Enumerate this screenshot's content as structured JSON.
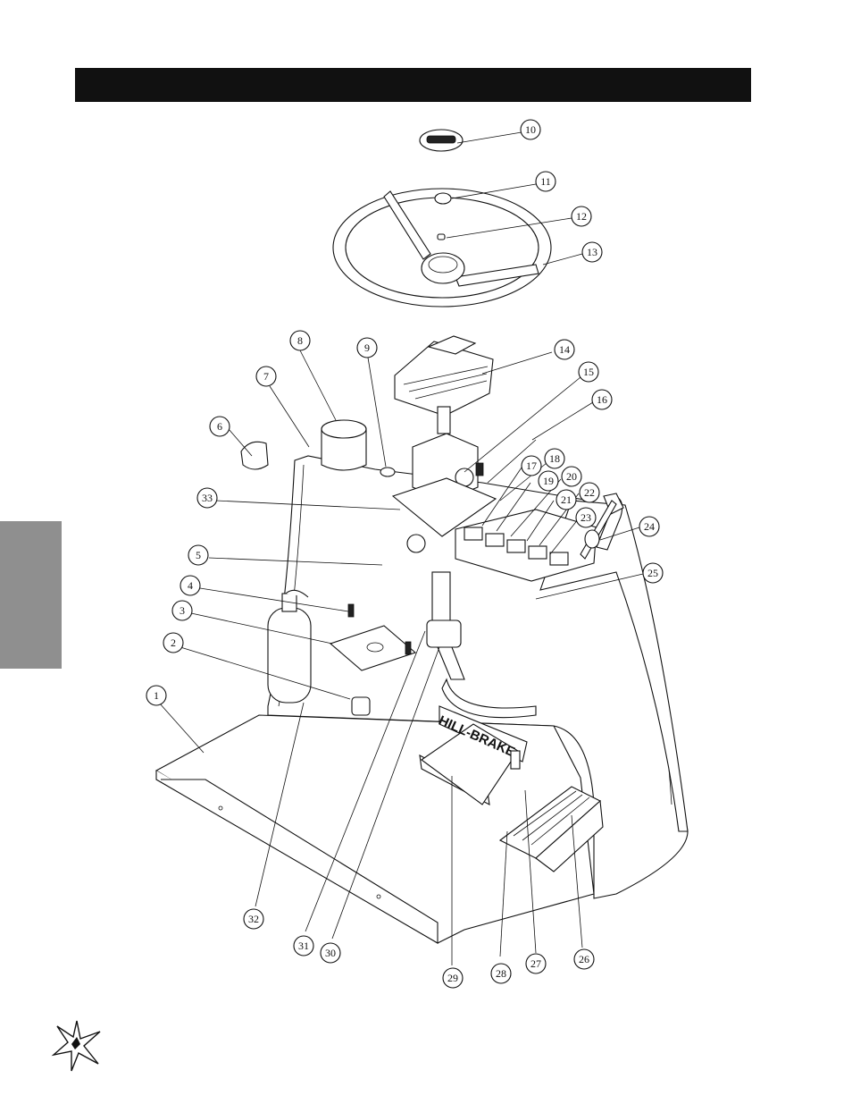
{
  "header": {
    "color": "#111111"
  },
  "side_tab": {
    "color": "#8f8f8f"
  },
  "brake_label": "HILL-BRAKE",
  "callouts": [
    {
      "id": "1",
      "text": "1"
    },
    {
      "id": "2",
      "text": "2"
    },
    {
      "id": "3",
      "text": "3"
    },
    {
      "id": "4",
      "text": "4"
    },
    {
      "id": "5",
      "text": "5"
    },
    {
      "id": "6",
      "text": "6"
    },
    {
      "id": "7",
      "text": "7"
    },
    {
      "id": "8",
      "text": "8"
    },
    {
      "id": "9",
      "text": "9"
    },
    {
      "id": "10",
      "text": "10"
    },
    {
      "id": "11",
      "text": "11"
    },
    {
      "id": "12",
      "text": "12"
    },
    {
      "id": "13",
      "text": "13"
    },
    {
      "id": "14",
      "text": "14"
    },
    {
      "id": "15",
      "text": "15"
    },
    {
      "id": "16",
      "text": "16"
    },
    {
      "id": "17",
      "text": "17"
    },
    {
      "id": "18",
      "text": "18"
    },
    {
      "id": "19",
      "text": "19"
    },
    {
      "id": "20",
      "text": "20"
    },
    {
      "id": "21",
      "text": "21"
    },
    {
      "id": "22",
      "text": "22"
    },
    {
      "id": "23",
      "text": "23"
    },
    {
      "id": "24",
      "text": "24"
    },
    {
      "id": "25",
      "text": "25"
    },
    {
      "id": "26",
      "text": "26"
    },
    {
      "id": "27",
      "text": "27"
    },
    {
      "id": "28",
      "text": "28"
    },
    {
      "id": "29",
      "text": "29"
    },
    {
      "id": "30",
      "text": "30"
    },
    {
      "id": "31",
      "text": "31"
    },
    {
      "id": "32",
      "text": "32"
    },
    {
      "id": "33",
      "text": "33"
    }
  ],
  "icons": {
    "logo": "star-burst-logo-icon"
  }
}
